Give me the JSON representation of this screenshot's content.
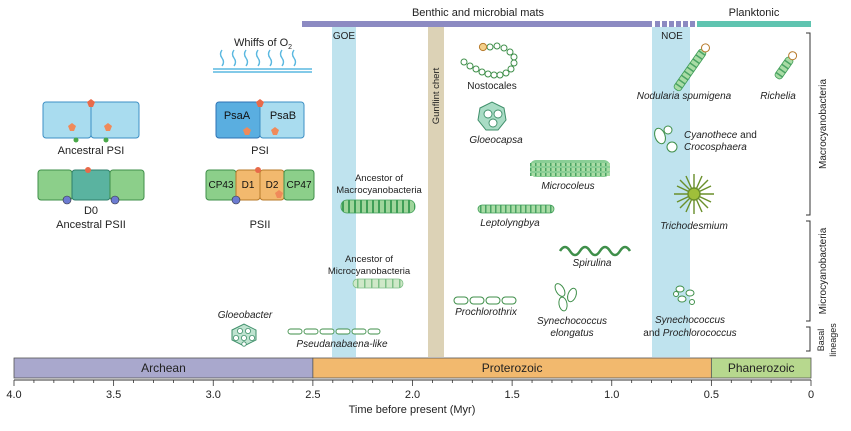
{
  "bands": {
    "benthic": "Benthic and microbial mats",
    "planktonic": "Planktonic",
    "goe": "GOE",
    "noe": "NOE",
    "gunflint": "Gunflint chert"
  },
  "o2": {
    "prefix": "Whiffs of O",
    "sub": "2"
  },
  "photosystems": {
    "ancestral_psi": "Ancestral PSI",
    "psi": "PSI",
    "psaA": "PsaA",
    "psaB": "PsaB",
    "d0": "D0",
    "ancestral_psii": "Ancestral PSII",
    "psii": "PSII",
    "cp43": "CP43",
    "d1": "D1",
    "d2": "D2",
    "cp47": "CP47"
  },
  "ancestors": {
    "macro_line1": "Ancestor of",
    "macro_line2": "Macrocyanobacteria",
    "micro_line1": "Ancestor of",
    "micro_line2": "Microcyanobacteria"
  },
  "organisms": {
    "nostocales": "Nostocales",
    "gloeocapsa": "Gloeocapsa",
    "microcoleus": "Microcoleus",
    "leptolyngbya": "Leptolyngbya",
    "spirulina": "Spirulina",
    "prochlorothrix": "Prochlorothrix",
    "syn_elong_1": "Synechococcus",
    "syn_elong_2": "elongatus",
    "gloeobacter": "Gloeobacter",
    "pseudanabaena": "Pseudanabaena-like",
    "nodularia": "Nodularia spumigena",
    "richelia": "Richelia",
    "cyano_1": "Cyanothece",
    "cyano_and": " and",
    "cyano_2": "Crocosphaera",
    "trichodesmium": "Trichodesmium",
    "synpro_1": "Synechococcus",
    "synpro_and": "and ",
    "synpro_2": "Prochlorococcus"
  },
  "brackets": {
    "macro": "Macrocyanobacteria",
    "micro": "Microcyanobacteria",
    "basal_1": "Basal",
    "basal_2": "lineages"
  },
  "eons": [
    {
      "name": "Archean",
      "start": 4.0,
      "end": 2.5,
      "color": "#a9a8cd"
    },
    {
      "name": "Proterozoic",
      "start": 2.5,
      "end": 0.5,
      "color": "#f2b96e"
    },
    {
      "name": "Phanerozoic",
      "start": 0.5,
      "end": 0.0,
      "color": "#b7d88e"
    }
  ],
  "axis": {
    "label": "Time before present (Myr)",
    "ticks": [
      "4.0",
      "3.5",
      "3.0",
      "2.5",
      "2.0",
      "1.5",
      "1.0",
      "0.5",
      "0"
    ],
    "range": [
      4.0,
      0.0
    ]
  },
  "colors": {
    "benthic_bar": "#8c8ac2",
    "planktonic_bar": "#5fc4b0",
    "event_band": "#bfe3ee",
    "gunflint_band": "#dcd2b6",
    "psi_fill": "#a9dcef",
    "psii_fill": "#8ccf8a"
  }
}
